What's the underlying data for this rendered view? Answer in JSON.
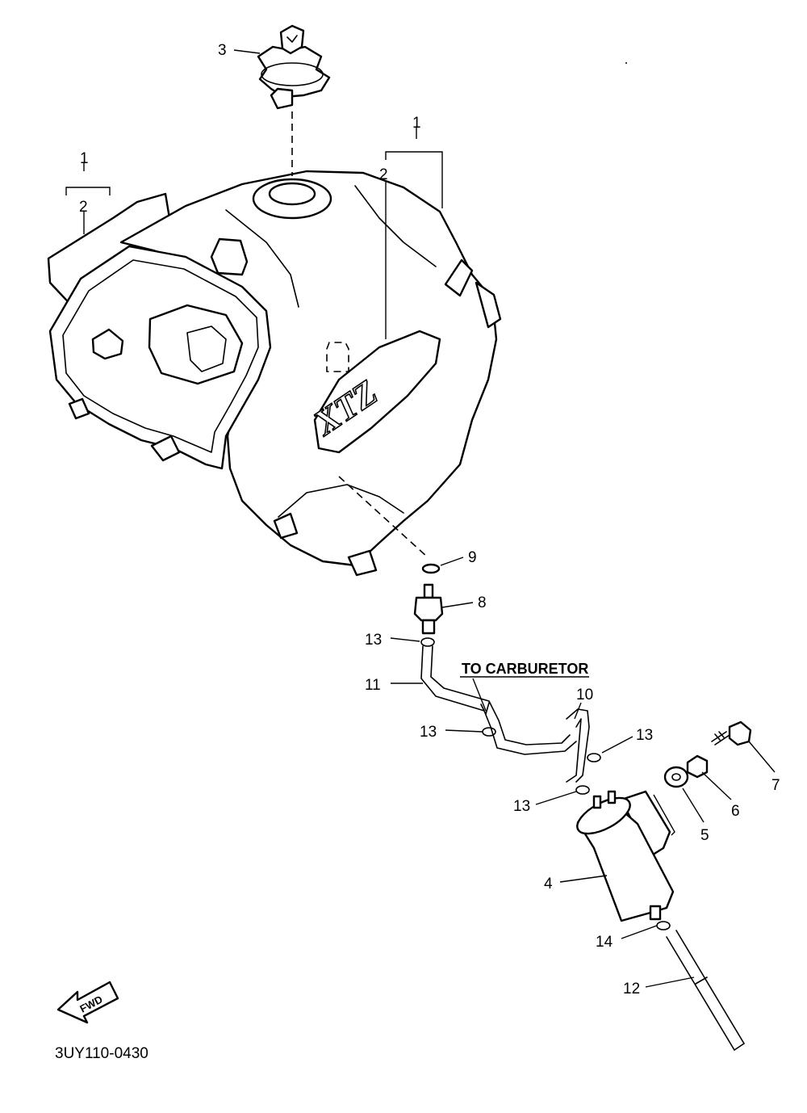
{
  "diagram": {
    "drawing_code": "3UY110-0430",
    "note_to_carburetor": "TO CARBURETOR",
    "fwd_label": "FWD",
    "tank_logo": "XTZ",
    "callouts": {
      "c1_left": "1",
      "c2_left": "2",
      "c1_right": "1",
      "c2_right": "2",
      "c3": "3",
      "c4": "4",
      "c5": "5",
      "c6": "6",
      "c7": "7",
      "c8": "8",
      "c9": "9",
      "c10": "10",
      "c11": "11",
      "c12": "12",
      "c13_a": "13",
      "c13_b": "13",
      "c13_c": "13",
      "c13_d": "13",
      "c14": "14"
    }
  }
}
